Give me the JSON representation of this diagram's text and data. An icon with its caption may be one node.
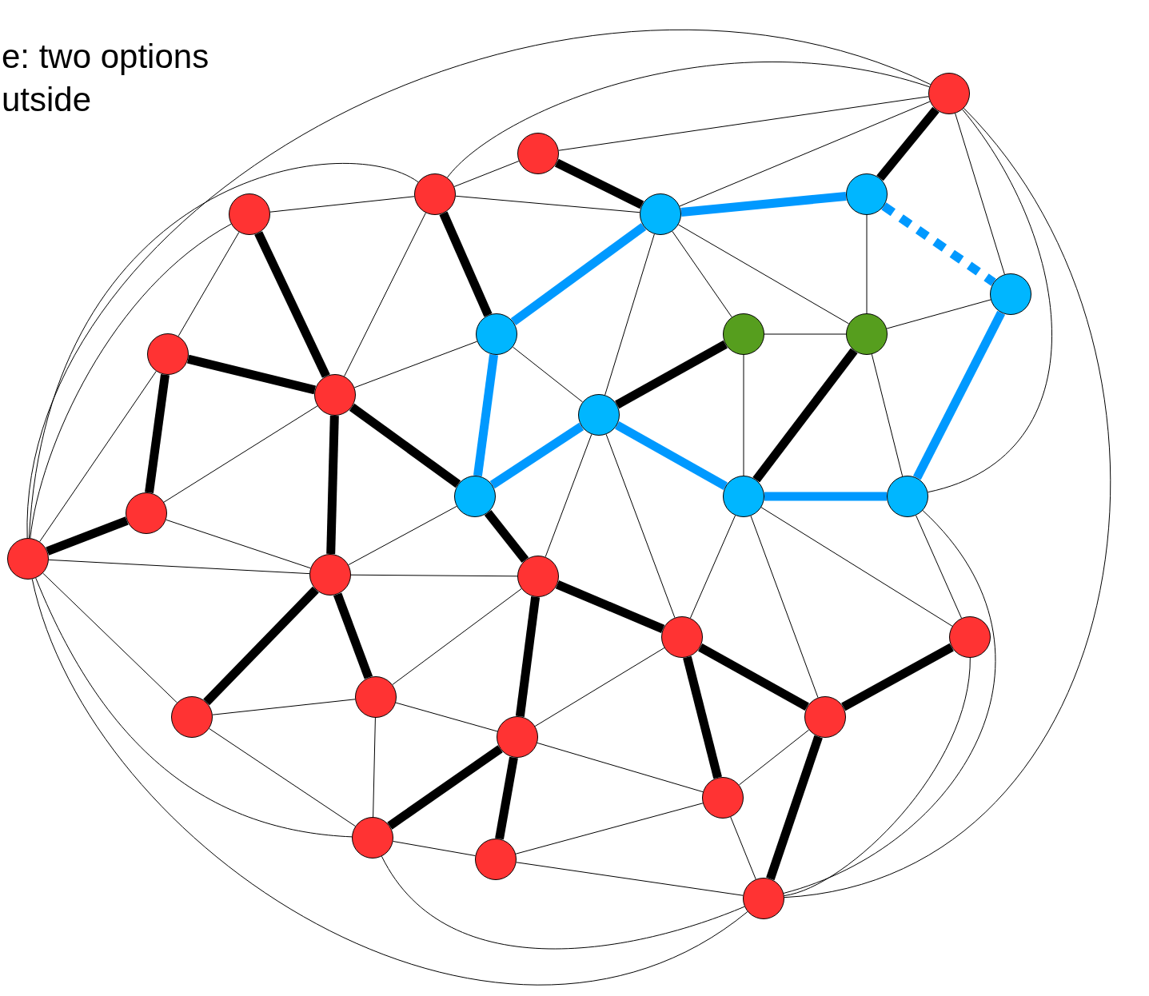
{
  "diagram": {
    "nodes": [
      {
        "text": [],
        "shape": "circle"
      },
      {
        "text": [],
        "shape": "circle"
      },
      {
        "text": [],
        "shape": "circle"
      },
      {
        "text": [],
        "shape": "circle"
      },
      {
        "text": [],
        "shape": "circle"
      },
      {
        "text": [],
        "shape": "circle"
      },
      {
        "text": [],
        "shape": "circle"
      },
      {
        "text": [],
        "shape": "circle"
      },
      {
        "text": [],
        "shape": "circle"
      },
      {
        "text": [],
        "shape": "circle"
      },
      {
        "text": [],
        "shape": "circle"
      },
      {
        "text": [],
        "shape": "circle"
      },
      {
        "text": [],
        "shape": "circle"
      },
      {
        "text": [],
        "shape": "circle"
      },
      {
        "text": [],
        "shape": "circle"
      },
      {
        "text": [],
        "shape": "circle"
      },
      {
        "text": [],
        "shape": "circle"
      },
      {
        "text": [],
        "shape": "circle"
      },
      {
        "text": [],
        "shape": "circle"
      },
      {
        "text": [],
        "shape": "circle"
      },
      {
        "text": [],
        "shape": "circle"
      },
      {
        "text": [],
        "shape": "circle"
      },
      {
        "text": [],
        "shape": "circle"
      },
      {
        "text": [],
        "shape": "circle"
      },
      {
        "text": [],
        "shape": "circle"
      },
      {
        "text": [],
        "shape": "circle"
      },
      {
        "text": [],
        "shape": "circle"
      },
      {
        "text": [],
        "shape": "circle"
      },
      {
        "text": [],
        "shape": "circle"
      },
      {
        "text": [],
        "shape": "circle"
      }
    ],
    "edges": [
      {
        "from": 0,
        "to": 3,
        "arrow": "none",
        "style": "thick"
      },
      {
        "from": 1,
        "to": 5,
        "arrow": "none",
        "style": "thick"
      },
      {
        "from": 2,
        "to": 7,
        "arrow": "none",
        "style": "thick"
      },
      {
        "from": 4,
        "to": 11,
        "arrow": "none",
        "style": "thick"
      },
      {
        "from": 10,
        "to": 11,
        "arrow": "none",
        "style": "thick"
      },
      {
        "from": 10,
        "to": 16,
        "arrow": "none",
        "style": "thick"
      },
      {
        "from": 16,
        "to": 17,
        "arrow": "none",
        "style": "thick"
      },
      {
        "from": 11,
        "to": 18,
        "arrow": "none",
        "style": "thick"
      },
      {
        "from": 11,
        "to": 13,
        "arrow": "none",
        "style": "thick"
      },
      {
        "from": 13,
        "to": 19,
        "arrow": "none",
        "style": "thick"
      },
      {
        "from": 12,
        "to": 8,
        "arrow": "none",
        "style": "thick"
      },
      {
        "from": 9,
        "to": 14,
        "arrow": "none",
        "style": "thick"
      },
      {
        "from": 18,
        "to": 23,
        "arrow": "none",
        "style": "thick"
      },
      {
        "from": 18,
        "to": 22,
        "arrow": "none",
        "style": "thick"
      },
      {
        "from": 19,
        "to": 25,
        "arrow": "none",
        "style": "thick"
      },
      {
        "from": 19,
        "to": 20,
        "arrow": "none",
        "style": "thick"
      },
      {
        "from": 20,
        "to": 24,
        "arrow": "none",
        "style": "thick"
      },
      {
        "from": 20,
        "to": 26,
        "arrow": "none",
        "style": "thick"
      },
      {
        "from": 21,
        "to": 24,
        "arrow": "none",
        "style": "thick"
      },
      {
        "from": 24,
        "to": 29,
        "arrow": "none",
        "style": "thick"
      },
      {
        "from": 25,
        "to": 27,
        "arrow": "none",
        "style": "thick"
      },
      {
        "from": 25,
        "to": 28,
        "arrow": "none",
        "style": "thick"
      },
      {
        "from": 5,
        "to": 3,
        "arrow": "none",
        "style": "thick",
        "color": "#0099ff"
      },
      {
        "from": 5,
        "to": 7,
        "arrow": "none",
        "style": "thick",
        "color": "#0099ff"
      },
      {
        "from": 7,
        "to": 13,
        "arrow": "none",
        "style": "thick",
        "color": "#0099ff"
      },
      {
        "from": 13,
        "to": 12,
        "arrow": "none",
        "style": "thick",
        "color": "#0099ff"
      },
      {
        "from": 12,
        "to": 14,
        "arrow": "none",
        "style": "thick",
        "color": "#0099ff"
      },
      {
        "from": 14,
        "to": 15,
        "arrow": "none",
        "style": "thick",
        "color": "#0099ff"
      },
      {
        "from": 15,
        "to": 6,
        "arrow": "none",
        "style": "thick",
        "color": "#0099ff"
      },
      {
        "from": 3,
        "to": 6,
        "arrow": "none",
        "style": "dashed",
        "color": "#0099ff"
      },
      {
        "from": 0,
        "to": 1,
        "arrow": "none"
      },
      {
        "from": 0,
        "to": 5,
        "arrow": "none"
      },
      {
        "from": 2,
        "to": 0,
        "arrow": "none"
      },
      {
        "from": 17,
        "to": 0,
        "arrow": "none"
      },
      {
        "from": 0,
        "to": 6,
        "arrow": "none"
      },
      {
        "from": 0,
        "to": 15,
        "arrow": "none"
      },
      {
        "from": 0,
        "to": 29,
        "arrow": "none"
      },
      {
        "from": 1,
        "to": 2,
        "arrow": "none"
      },
      {
        "from": 2,
        "to": 5,
        "arrow": "none"
      },
      {
        "from": 2,
        "to": 4,
        "arrow": "none"
      },
      {
        "from": 2,
        "to": 11,
        "arrow": "none"
      },
      {
        "from": 2,
        "to": 17,
        "arrow": "none"
      },
      {
        "from": 4,
        "to": 17,
        "arrow": "none"
      },
      {
        "from": 4,
        "to": 10,
        "arrow": "none"
      },
      {
        "from": 10,
        "to": 17,
        "arrow": "none"
      },
      {
        "from": 17,
        "to": 18,
        "arrow": "none"
      },
      {
        "from": 17,
        "to": 23,
        "arrow": "none"
      },
      {
        "from": 17,
        "to": 27,
        "arrow": "none"
      },
      {
        "from": 17,
        "to": 29,
        "arrow": "none"
      },
      {
        "from": 5,
        "to": 8,
        "arrow": "none"
      },
      {
        "from": 5,
        "to": 9,
        "arrow": "none"
      },
      {
        "from": 5,
        "to": 12,
        "arrow": "none"
      },
      {
        "from": 3,
        "to": 9,
        "arrow": "none"
      },
      {
        "from": 9,
        "to": 6,
        "arrow": "none"
      },
      {
        "from": 9,
        "to": 8,
        "arrow": "none"
      },
      {
        "from": 9,
        "to": 15,
        "arrow": "none"
      },
      {
        "from": 8,
        "to": 14,
        "arrow": "none"
      },
      {
        "from": 7,
        "to": 11,
        "arrow": "none"
      },
      {
        "from": 7,
        "to": 12,
        "arrow": "none"
      },
      {
        "from": 11,
        "to": 16,
        "arrow": "none"
      },
      {
        "from": 12,
        "to": 19,
        "arrow": "none"
      },
      {
        "from": 12,
        "to": 20,
        "arrow": "none"
      },
      {
        "from": 13,
        "to": 18,
        "arrow": "none"
      },
      {
        "from": 16,
        "to": 18,
        "arrow": "none"
      },
      {
        "from": 18,
        "to": 19,
        "arrow": "none"
      },
      {
        "from": 19,
        "to": 22,
        "arrow": "none"
      },
      {
        "from": 22,
        "to": 23,
        "arrow": "none"
      },
      {
        "from": 22,
        "to": 25,
        "arrow": "none"
      },
      {
        "from": 22,
        "to": 27,
        "arrow": "none"
      },
      {
        "from": 23,
        "to": 27,
        "arrow": "none"
      },
      {
        "from": 20,
        "to": 25,
        "arrow": "none"
      },
      {
        "from": 14,
        "to": 20,
        "arrow": "none"
      },
      {
        "from": 14,
        "to": 24,
        "arrow": "none"
      },
      {
        "from": 14,
        "to": 21,
        "arrow": "none"
      },
      {
        "from": 15,
        "to": 21,
        "arrow": "none"
      },
      {
        "from": 15,
        "to": 29,
        "arrow": "none"
      },
      {
        "from": 21,
        "to": 29,
        "arrow": "none"
      },
      {
        "from": 25,
        "to": 26,
        "arrow": "none"
      },
      {
        "from": 26,
        "to": 28,
        "arrow": "none"
      },
      {
        "from": 26,
        "to": 24,
        "arrow": "none"
      },
      {
        "from": 26,
        "to": 29,
        "arrow": "none"
      },
      {
        "from": 27,
        "to": 28,
        "arrow": "none"
      },
      {
        "from": 28,
        "to": 29,
        "arrow": "none"
      },
      {
        "from": 27,
        "to": 29,
        "arrow": "none"
      }
    ],
    "labels": [
      "e: two options utside"
    ]
  }
}
